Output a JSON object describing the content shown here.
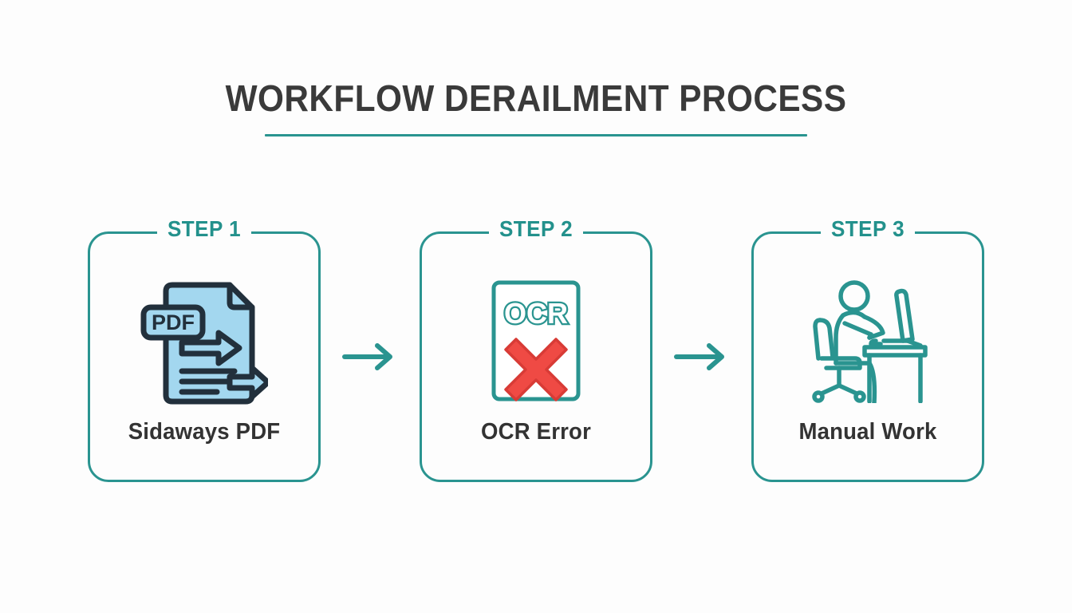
{
  "page": {
    "title": "WORKFLOW DERAILMENT PROCESS",
    "background_color": "#fdfdfd",
    "accent_color": "#2a9490",
    "title_color": "#3a3a3a",
    "error_color": "#e8433f",
    "document_fill_color": "#a3d7ef",
    "document_outline_color": "#22303c"
  },
  "steps": [
    {
      "label": "STEP 1",
      "caption": "Sidaways PDF",
      "icon": "sideways-pdf-document-icon",
      "badge_text": "PDF"
    },
    {
      "label": "STEP 2",
      "caption": "OCR Error",
      "icon": "ocr-error-document-icon",
      "badge_text": "OCR"
    },
    {
      "label": "STEP 3",
      "caption": "Manual Work",
      "icon": "person-at-desk-icon",
      "badge_text": ""
    }
  ],
  "connectors": [
    {
      "icon": "arrow-right-icon"
    },
    {
      "icon": "arrow-right-icon"
    }
  ]
}
